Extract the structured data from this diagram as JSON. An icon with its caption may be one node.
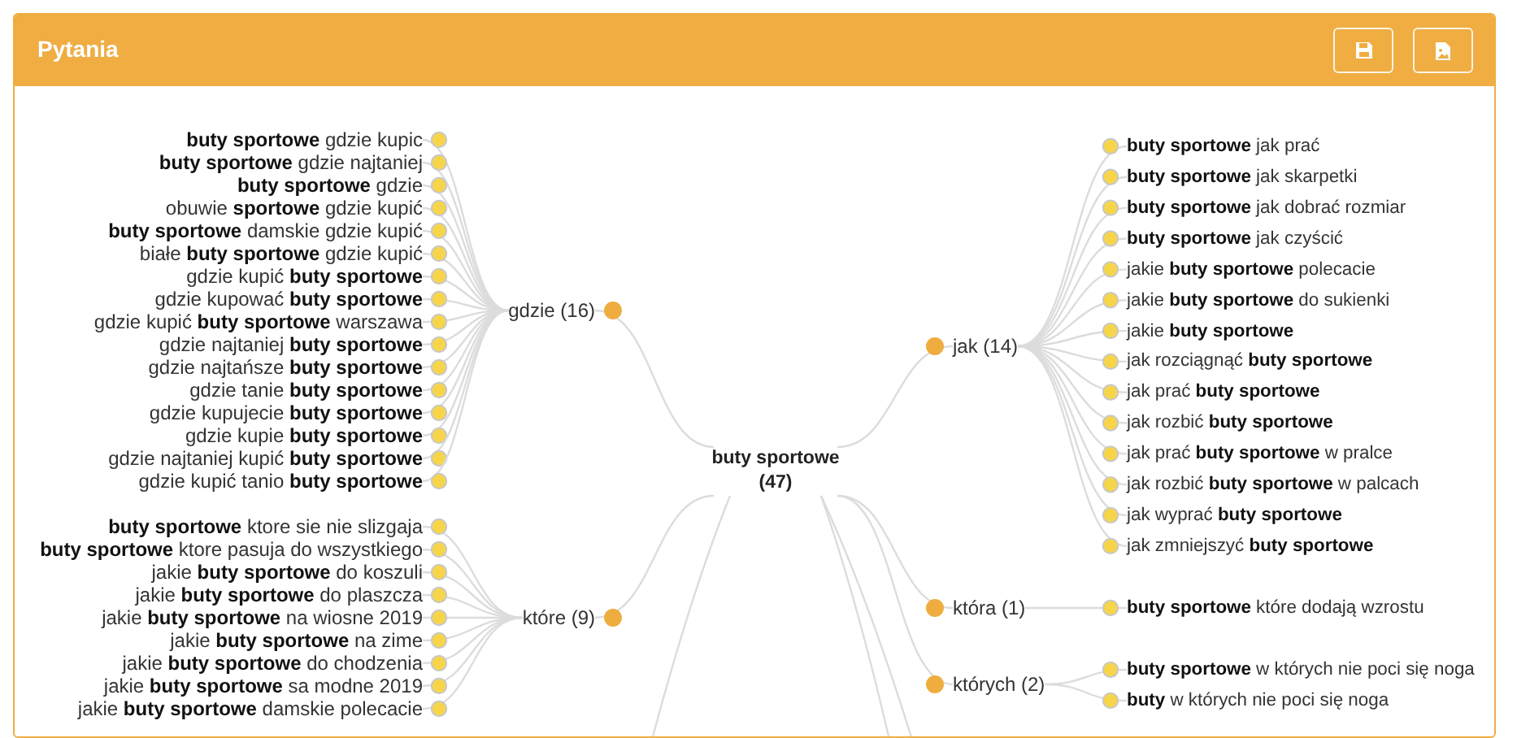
{
  "diagram": {
    "title": "Pytania",
    "nodes": [
      {
        "text": [
          "buty sportowe (47)"
        ]
      },
      {
        "text": [
          "gdzie (16)"
        ]
      },
      {
        "text": [
          "**buty sportowe** gdzie kupic"
        ]
      },
      {
        "text": [
          "**buty sportowe** gdzie najtaniej"
        ]
      },
      {
        "text": [
          "**buty sportowe** gdzie"
        ]
      },
      {
        "text": [
          "obuwie **sportowe** gdzie kupić"
        ]
      },
      {
        "text": [
          "**buty sportowe** damskie gdzie kupić"
        ]
      },
      {
        "text": [
          "białe **buty sportowe** gdzie kupić"
        ]
      },
      {
        "text": [
          "gdzie kupić **buty sportowe**"
        ]
      },
      {
        "text": [
          "gdzie kupować **buty sportowe**"
        ]
      },
      {
        "text": [
          "gdzie kupić **buty sportowe** warszawa"
        ]
      },
      {
        "text": [
          "gdzie najtaniej **buty sportowe**"
        ]
      },
      {
        "text": [
          "gdzie najtańsze **buty sportowe**"
        ]
      },
      {
        "text": [
          "gdzie tanie **buty sportowe**"
        ]
      },
      {
        "text": [
          "gdzie kupujecie **buty sportowe**"
        ]
      },
      {
        "text": [
          "gdzie kupie **buty sportowe**"
        ]
      },
      {
        "text": [
          "gdzie najtaniej kupić **buty sportowe**"
        ]
      },
      {
        "text": [
          "gdzie kupić tanio **buty sportowe**"
        ]
      },
      {
        "text": [
          "które (9)"
        ]
      },
      {
        "text": [
          "**buty sportowe** ktore sie nie slizgaja"
        ]
      },
      {
        "text": [
          "**buty sportowe** ktore pasuja do wszystkiego"
        ]
      },
      {
        "text": [
          "jakie **buty sportowe** do koszuli"
        ]
      },
      {
        "text": [
          "jakie **buty sportowe** do plaszcza"
        ]
      },
      {
        "text": [
          "jakie **buty sportowe** na wiosne 2019"
        ]
      },
      {
        "text": [
          "jakie **buty sportowe** na zime"
        ]
      },
      {
        "text": [
          "jakie **buty sportowe** do chodzenia"
        ]
      },
      {
        "text": [
          "jakie **buty sportowe** sa modne 2019"
        ]
      },
      {
        "text": [
          "jakie **buty sportowe** damskie polecacie"
        ]
      },
      {
        "text": [
          "jak (14)"
        ]
      },
      {
        "text": [
          "**buty sportowe** jak prać"
        ]
      },
      {
        "text": [
          "**buty sportowe** jak skarpetki"
        ]
      },
      {
        "text": [
          "**buty sportowe** jak dobrać rozmiar"
        ]
      },
      {
        "text": [
          "**buty sportowe** jak czyścić"
        ]
      },
      {
        "text": [
          "jakie **buty sportowe** polecacie"
        ]
      },
      {
        "text": [
          "jakie **buty sportowe** do sukienki"
        ]
      },
      {
        "text": [
          "jakie **buty sportowe**"
        ]
      },
      {
        "text": [
          "jak rozciągnąć **buty sportowe**"
        ]
      },
      {
        "text": [
          "jak prać **buty sportowe**"
        ]
      },
      {
        "text": [
          "jak rozbić **buty sportowe**"
        ]
      },
      {
        "text": [
          "jak prać **buty sportowe** w pralce"
        ]
      },
      {
        "text": [
          "jak rozbić **buty sportowe** w palcach"
        ]
      },
      {
        "text": [
          "jak wyprać **buty sportowe**"
        ]
      },
      {
        "text": [
          "jak zmniejszyć **buty sportowe**"
        ]
      },
      {
        "text": [
          "która (1)"
        ]
      },
      {
        "text": [
          "**buty sportowe** które dodają wzrostu"
        ]
      },
      {
        "text": [
          "których (2)"
        ]
      },
      {
        "text": [
          "**buty sportowe** w których nie poci się noga"
        ]
      },
      {
        "text": [
          "**buty** w których nie poci się noga"
        ]
      }
    ],
    "edges": [
      {
        "from": 0,
        "to": 1,
        "arrow": "other"
      },
      {
        "from": 1,
        "to": 2,
        "arrow": "other"
      },
      {
        "from": 1,
        "to": 3,
        "arrow": "other"
      },
      {
        "from": 1,
        "to": 4,
        "arrow": "other"
      },
      {
        "from": 1,
        "to": 5,
        "arrow": "other"
      },
      {
        "from": 1,
        "to": 6,
        "arrow": "other"
      },
      {
        "from": 1,
        "to": 7,
        "arrow": "other"
      },
      {
        "from": 1,
        "to": 8,
        "arrow": "other"
      },
      {
        "from": 1,
        "to": 9,
        "arrow": "other"
      },
      {
        "from": 1,
        "to": 10,
        "arrow": "other"
      },
      {
        "from": 1,
        "to": 11,
        "arrow": "other"
      },
      {
        "from": 1,
        "to": 12,
        "arrow": "other"
      },
      {
        "from": 1,
        "to": 13,
        "arrow": "other"
      },
      {
        "from": 1,
        "to": 14,
        "arrow": "other"
      },
      {
        "from": 1,
        "to": 15,
        "arrow": "other"
      },
      {
        "from": 1,
        "to": 16,
        "arrow": "other"
      },
      {
        "from": 1,
        "to": 17,
        "arrow": "other"
      },
      {
        "from": 0,
        "to": 18,
        "arrow": "other"
      },
      {
        "from": 18,
        "to": 19,
        "arrow": "other"
      },
      {
        "from": 18,
        "to": 20,
        "arrow": "other"
      },
      {
        "from": 18,
        "to": 21,
        "arrow": "other"
      },
      {
        "from": 18,
        "to": 22,
        "arrow": "other"
      },
      {
        "from": 18,
        "to": 23,
        "arrow": "other"
      },
      {
        "from": 18,
        "to": 24,
        "arrow": "other"
      },
      {
        "from": 18,
        "to": 25,
        "arrow": "other"
      },
      {
        "from": 18,
        "to": 26,
        "arrow": "other"
      },
      {
        "from": 18,
        "to": 27,
        "arrow": "other"
      },
      {
        "from": 0,
        "to": 28,
        "arrow": "other"
      },
      {
        "from": 28,
        "to": 29,
        "arrow": "other"
      },
      {
        "from": 28,
        "to": 30,
        "arrow": "other"
      },
      {
        "from": 28,
        "to": 31,
        "arrow": "other"
      },
      {
        "from": 28,
        "to": 32,
        "arrow": "other"
      },
      {
        "from": 28,
        "to": 33,
        "arrow": "other"
      },
      {
        "from": 28,
        "to": 34,
        "arrow": "other"
      },
      {
        "from": 28,
        "to": 35,
        "arrow": "other"
      },
      {
        "from": 28,
        "to": 36,
        "arrow": "other"
      },
      {
        "from": 28,
        "to": 37,
        "arrow": "other"
      },
      {
        "from": 28,
        "to": 38,
        "arrow": "other"
      },
      {
        "from": 28,
        "to": 39,
        "arrow": "other"
      },
      {
        "from": 28,
        "to": 40,
        "arrow": "other"
      },
      {
        "from": 28,
        "to": 41,
        "arrow": "other"
      },
      {
        "from": 28,
        "to": 42,
        "arrow": "other"
      },
      {
        "from": 0,
        "to": 43,
        "arrow": "other"
      },
      {
        "from": 43,
        "to": 44,
        "arrow": "other"
      },
      {
        "from": 0,
        "to": 45,
        "arrow": "other"
      },
      {
        "from": 45,
        "to": 46,
        "arrow": "other"
      },
      {
        "from": 45,
        "to": 47,
        "arrow": "other"
      },
      {
        "from": 0,
        "to": null,
        "arrow": "none"
      },
      {
        "from": 0,
        "to": null,
        "arrow": "none"
      },
      {
        "from": 0,
        "to": null,
        "arrow": "none"
      }
    ]
  }
}
